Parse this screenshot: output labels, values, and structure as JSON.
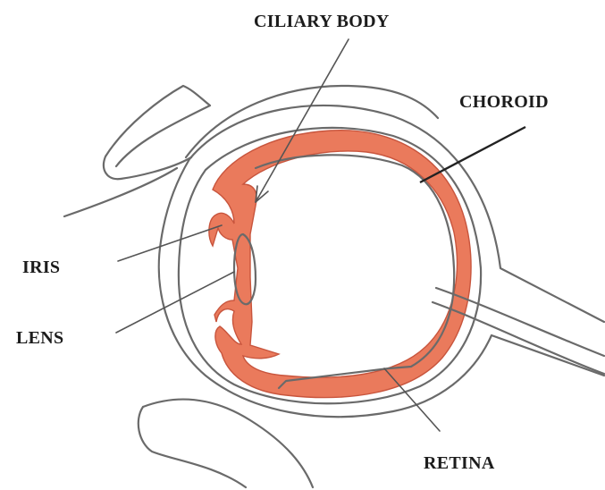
{
  "labels": {
    "ciliary_body": "CILIARY BODY",
    "choroid": "CHOROID",
    "iris": "IRIS",
    "lens": "LENS",
    "retina": "RETINA"
  },
  "colors": {
    "choroid_fill": "#ea7a5c",
    "choroid_edge": "#c8553d",
    "outline": "#6a6a6a",
    "text": "#1c1c1c"
  }
}
